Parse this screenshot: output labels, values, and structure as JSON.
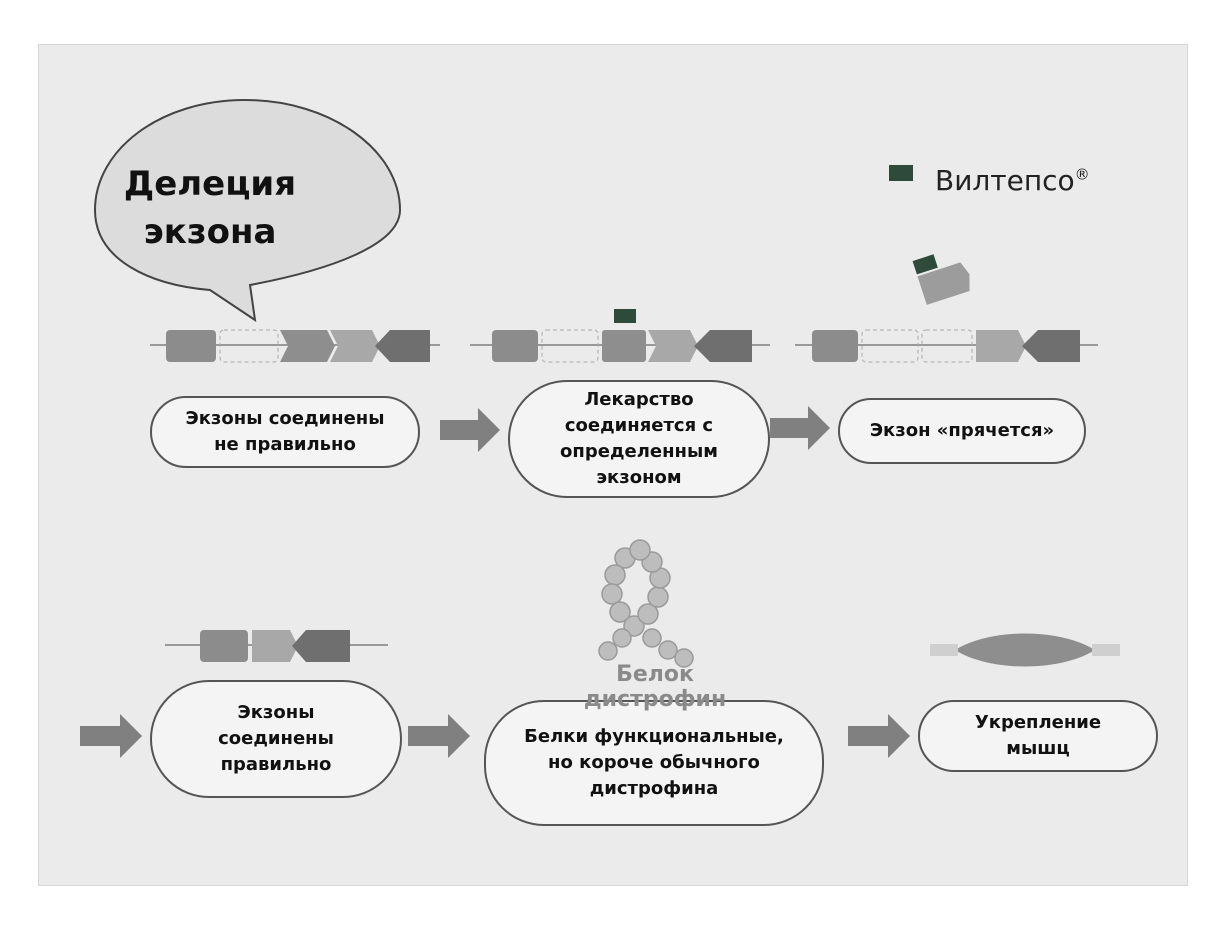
{
  "bubble": {
    "text": "Делеция\nэкзона"
  },
  "legend": {
    "label": "Вилтепсо",
    "sup": "®",
    "color": "#2e4a3a"
  },
  "steps": {
    "s1": "Экзоны соединены\nне правильно",
    "s2": "Лекарство\nсоединяется с\nопределенным\nэкзоном",
    "s3": "Экзон «прячется»",
    "s4": "Экзоны\nсоединены\nправильно",
    "s5": "Белки функциональные,\nно короче обычного\nдистрофина",
    "s6": "Укрепление\nмышц"
  },
  "protein_label": "Белок дистрофин",
  "colors": {
    "exon_1": "#8c8c8c",
    "exon_2": "#9c9c9c",
    "exon_3": "#a9a9a9",
    "exon_4": "#6f6f6f",
    "drug": "#2e4a3a",
    "arrow": "#808080",
    "muscle": "#8e8e8e"
  }
}
